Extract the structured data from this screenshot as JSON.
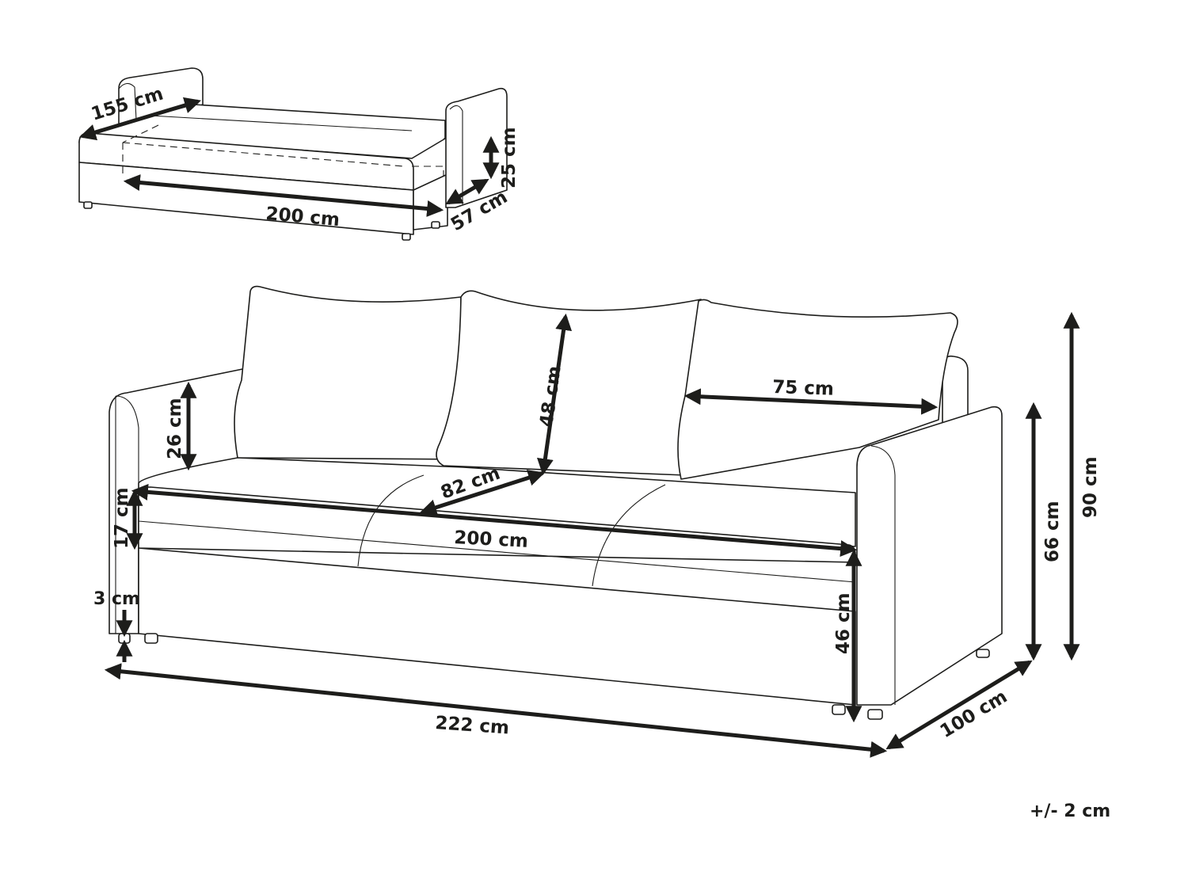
{
  "diagram": {
    "subject": "Three-seat sofa bed with storage, dimension drawing",
    "line_color": "#1d1d1b",
    "background": "#ffffff"
  },
  "bed_view": {
    "dimensions": {
      "sleeping_width": "155 cm",
      "sleeping_length": "200 cm",
      "storage_depth": "57 cm",
      "storage_height": "25 cm"
    }
  },
  "sofa_view": {
    "dimensions": {
      "back_cushion_height": "48 cm",
      "armrest_above_seat": "26 cm",
      "seat_cushion_thickness": "17 cm",
      "leg_height": "3 cm",
      "back_cushion_width": "75 cm",
      "seat_depth": "82 cm",
      "seat_width": "200 cm",
      "total_width": "222 cm",
      "seat_height": "46 cm",
      "armrest_height": "66 cm",
      "total_height": "90 cm",
      "total_depth": "100 cm"
    }
  },
  "tolerance": "+/- 2 cm"
}
